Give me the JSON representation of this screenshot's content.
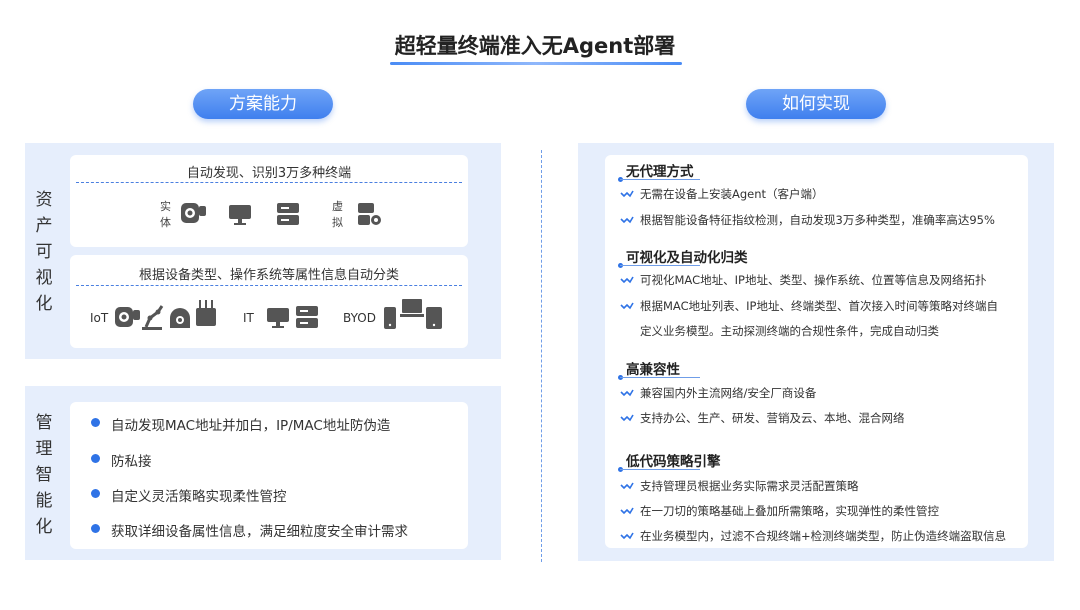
{
  "title": "超轻量终端准入无Agent部署",
  "left_header": "方案能力",
  "right_header": "如何实现",
  "asset_panel": {
    "vertical_label": [
      "资",
      "产",
      "可",
      "视",
      "化"
    ],
    "discovery_card": {
      "heading": "自动发现、识别3万多种终端",
      "physical_label": [
        "实",
        "体"
      ],
      "virtual_label": [
        "虚",
        "拟"
      ],
      "icons": [
        "camera-icon",
        "monitor-icon",
        "server-icon",
        "virtual-machine-icon"
      ]
    },
    "classify_card": {
      "heading": "根据设备类型、操作系统等属性信息自动分类",
      "iot_label": "IoT",
      "it_label": "IT",
      "byod_label": "BYOD",
      "iot_icons": [
        "camera-icon",
        "robot-arm-icon",
        "webcam-icon",
        "sensor-icon"
      ],
      "it_icons": [
        "monitor-icon",
        "server-icon"
      ],
      "byod_icons": [
        "phone-icon",
        "laptop-icon",
        "tablet-icon"
      ]
    }
  },
  "mgmt_panel": {
    "vertical_label": [
      "管",
      "理",
      "智",
      "能",
      "化"
    ],
    "items": [
      "自动发现MAC地址并加白，IP/MAC地址防伪造",
      "防私接",
      "自定义灵活策略实现柔性管控",
      "获取详细设备属性信息，满足细粒度安全审计需求"
    ]
  },
  "how_panel": {
    "sections": [
      {
        "title": "无代理方式",
        "items": [
          "无需在设备上安装Agent（客户端）",
          "根据智能设备特征指纹检测，自动发现3万多种类型，准确率高达95%"
        ]
      },
      {
        "title": "可视化及自动化归类",
        "items": [
          "可视化MAC地址、IP地址、类型、操作系统、位置等信息及网络拓扑",
          "根据MAC地址列表、IP地址、终端类型、首次接入时间等策略对终端自",
          "定义业务模型。主动探测终端的合规性条件，完成自动归类"
        ]
      },
      {
        "title": "高兼容性",
        "items": [
          "兼容国内外主流网络/安全厂商设备",
          "支持办公、生产、研发、营销及云、本地、混合网络"
        ]
      },
      {
        "title": "低代码策略引擎",
        "items": [
          "支持管理员根据业务实际需求灵活配置策略",
          "在一刀切的策略基础上叠加所需策略，实现弹性的柔性管控",
          "在业务模型内，过滤不合规终端+检测终端类型，防止伪造终端盗取信息"
        ]
      }
    ]
  },
  "colors": {
    "accent": "#2f73e6",
    "panel": "#e6eefc",
    "icon": "#555555"
  }
}
